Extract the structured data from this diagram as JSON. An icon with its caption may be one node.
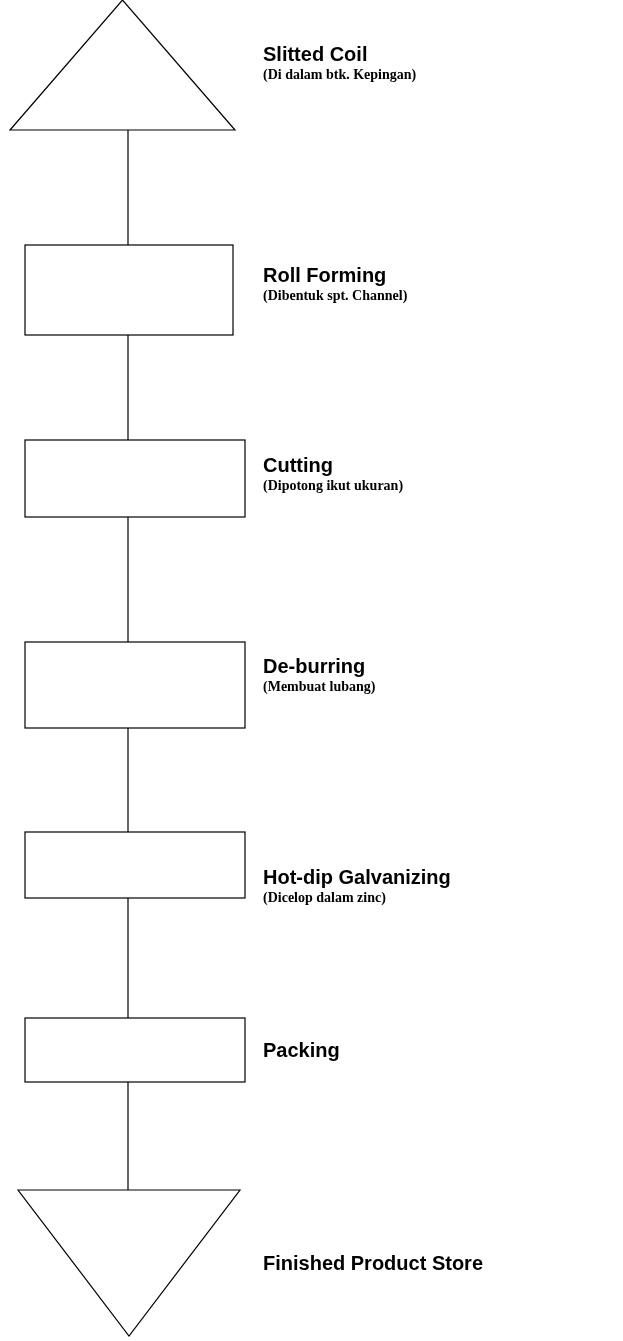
{
  "diagram": {
    "nodes": [
      {
        "text": [],
        "shape": "triangle",
        "beside": [
          "Slitted Coil",
          "(Di dalam btk. Kepingan)"
        ]
      },
      {
        "text": [],
        "shape": "box",
        "beside": [
          "Roll Forming",
          "(Dibentuk spt. Channel)"
        ]
      },
      {
        "text": [],
        "shape": "box",
        "beside": [
          "Cutting",
          "(Dipotong ikut ukuran)"
        ]
      },
      {
        "text": [],
        "shape": "box",
        "beside": [
          "De-burring",
          "(Membuat lubang)"
        ]
      },
      {
        "text": [],
        "shape": "box",
        "beside": [
          "Hot-dip Galvanizing",
          "(Dicelop dalam zinc)"
        ]
      },
      {
        "text": [],
        "shape": "box",
        "beside": [
          "Packing"
        ]
      },
      {
        "text": [],
        "shape": "triangle",
        "beside": [
          "Finished Product Store"
        ]
      }
    ],
    "edges": [
      {
        "from": 0,
        "to": 1,
        "arrow": "none"
      },
      {
        "from": 1,
        "to": 2,
        "arrow": "none"
      },
      {
        "from": 2,
        "to": 3,
        "arrow": "none"
      },
      {
        "from": 3,
        "to": 4,
        "arrow": "none"
      },
      {
        "from": 4,
        "to": 5,
        "arrow": "none"
      },
      {
        "from": 5,
        "to": 6,
        "arrow": "none"
      }
    ]
  }
}
